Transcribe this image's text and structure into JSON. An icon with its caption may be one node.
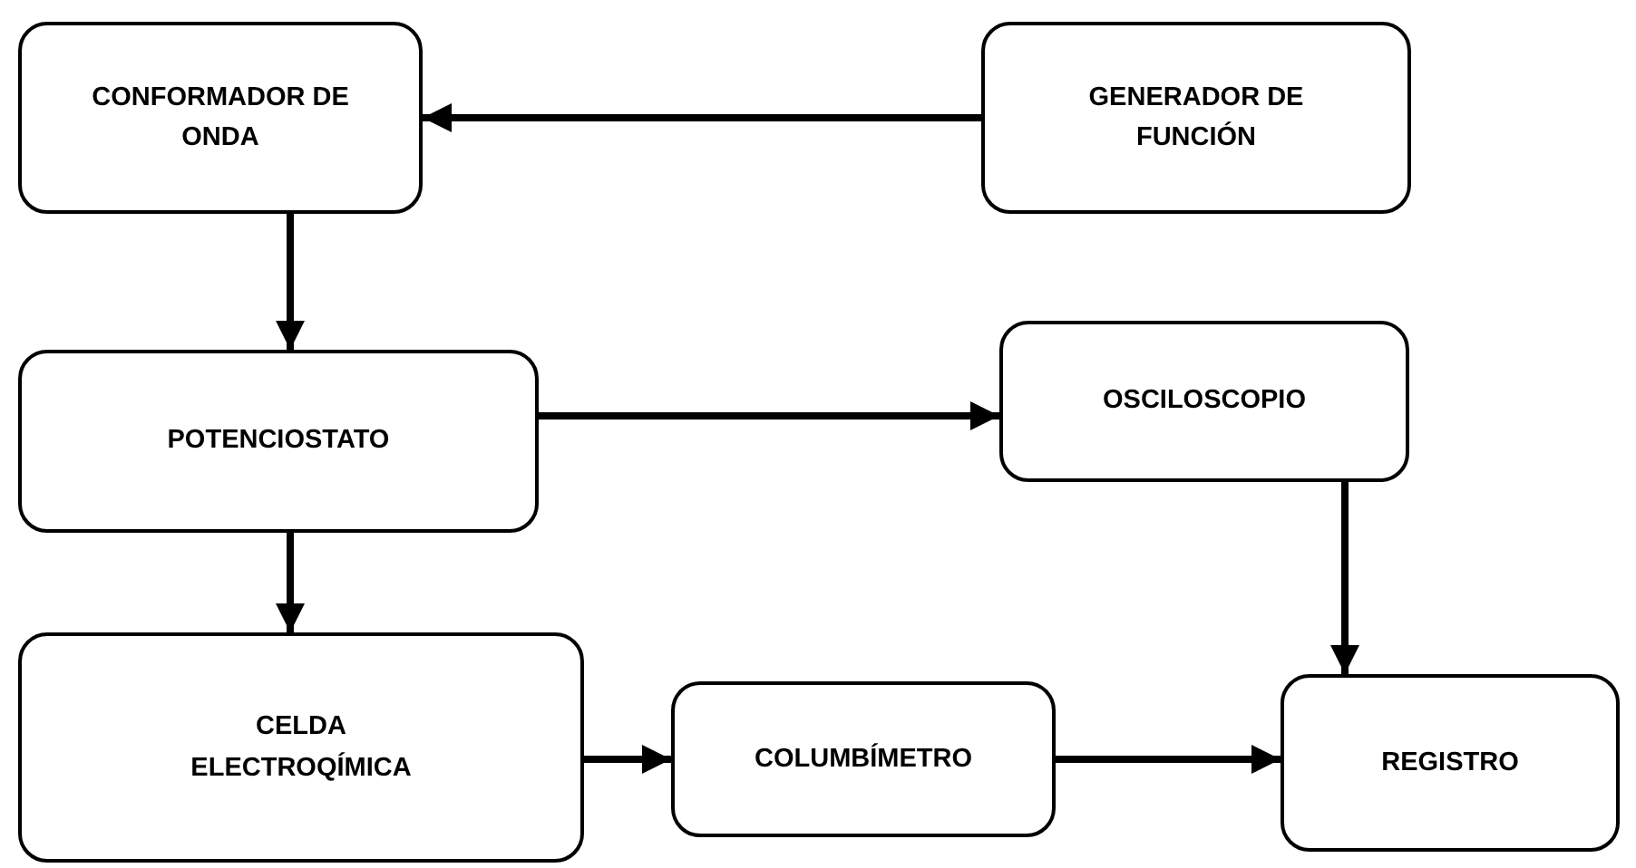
{
  "diagram": {
    "nodes": [
      {
        "text": [
          "CONFORMADOR DE ONDA"
        ]
      },
      {
        "text": [
          "GENERADOR DE FUNCIÓN"
        ]
      },
      {
        "text": [
          "POTENCIOSTATO"
        ]
      },
      {
        "text": [
          "OSCILOSCOPIO"
        ]
      },
      {
        "text": [
          "CELDA ELECTROQÍMICA"
        ]
      },
      {
        "text": [
          "COLUMBÍMETRO"
        ]
      },
      {
        "text": [
          "REGISTRO"
        ]
      }
    ],
    "edges": [
      {
        "from": 1,
        "to": 0,
        "arrow": "to"
      },
      {
        "from": 0,
        "to": 2,
        "arrow": "to"
      },
      {
        "from": 2,
        "to": 3,
        "arrow": "to"
      },
      {
        "from": 2,
        "to": 4,
        "arrow": "to"
      },
      {
        "from": 3,
        "to": 6,
        "arrow": "to"
      },
      {
        "from": 4,
        "to": 5,
        "arrow": "to"
      },
      {
        "from": 5,
        "to": 6,
        "arrow": "to"
      }
    ]
  }
}
